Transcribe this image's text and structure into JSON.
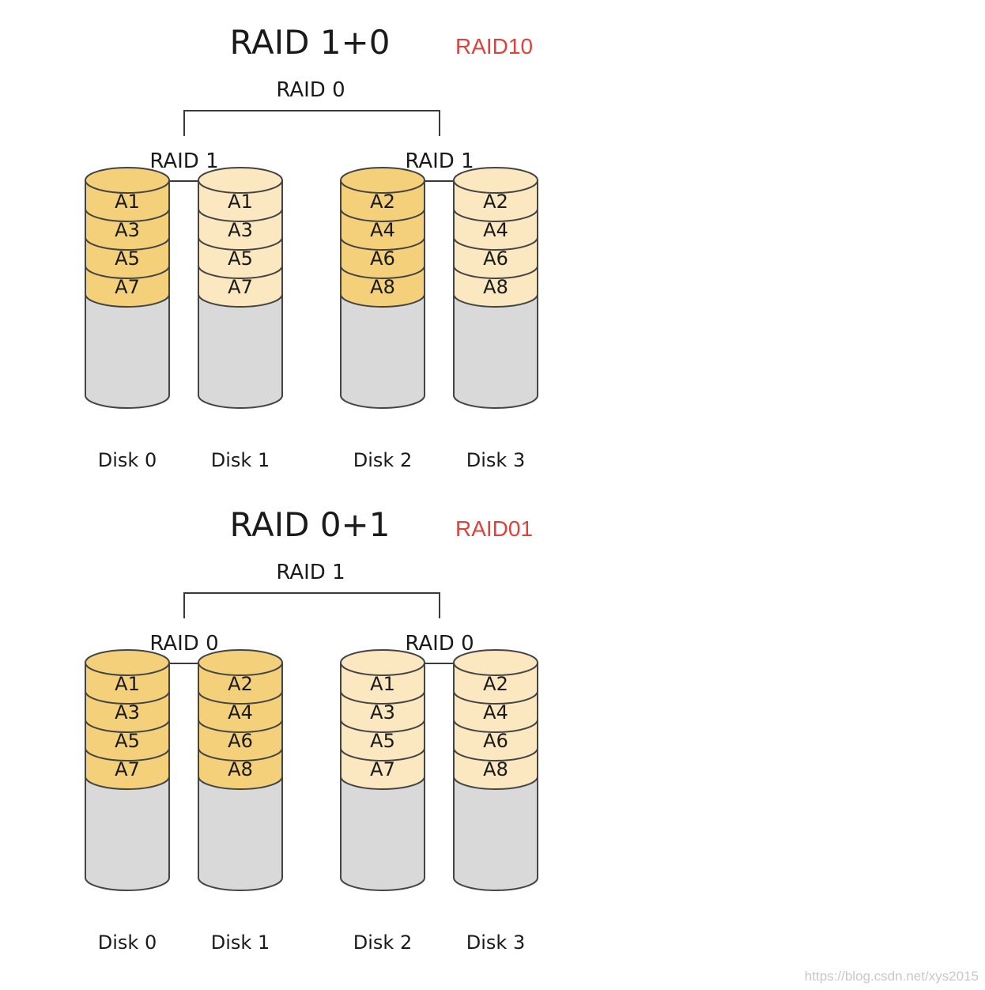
{
  "colors": {
    "primary_block": "#f4d07a",
    "mirror_block": "#fbe8c0",
    "empty_disk": "#d9d9d9",
    "annotation": "#e0413a"
  },
  "raid10": {
    "title": "RAID 1+0",
    "annotation": "RAID10",
    "top_label": "RAID 0",
    "sub_labels": [
      "RAID 1",
      "RAID 1"
    ],
    "disks": [
      {
        "label": "Disk 0",
        "fill": "primary",
        "blocks": [
          "A1",
          "A3",
          "A5",
          "A7"
        ]
      },
      {
        "label": "Disk 1",
        "fill": "mirror",
        "blocks": [
          "A1",
          "A3",
          "A5",
          "A7"
        ]
      },
      {
        "label": "Disk 2",
        "fill": "primary",
        "blocks": [
          "A2",
          "A4",
          "A6",
          "A8"
        ]
      },
      {
        "label": "Disk 3",
        "fill": "mirror",
        "blocks": [
          "A2",
          "A4",
          "A6",
          "A8"
        ]
      }
    ]
  },
  "raid01": {
    "title": "RAID 0+1",
    "annotation": "RAID01",
    "top_label": "RAID 1",
    "sub_labels": [
      "RAID 0",
      "RAID 0"
    ],
    "disks": [
      {
        "label": "Disk 0",
        "fill": "primary",
        "blocks": [
          "A1",
          "A3",
          "A5",
          "A7"
        ]
      },
      {
        "label": "Disk 1",
        "fill": "primary",
        "blocks": [
          "A2",
          "A4",
          "A6",
          "A8"
        ]
      },
      {
        "label": "Disk 2",
        "fill": "mirror",
        "blocks": [
          "A1",
          "A3",
          "A5",
          "A7"
        ]
      },
      {
        "label": "Disk 3",
        "fill": "mirror",
        "blocks": [
          "A2",
          "A4",
          "A6",
          "A8"
        ]
      }
    ]
  },
  "watermark": "https://blog.csdn.net/xys2015"
}
